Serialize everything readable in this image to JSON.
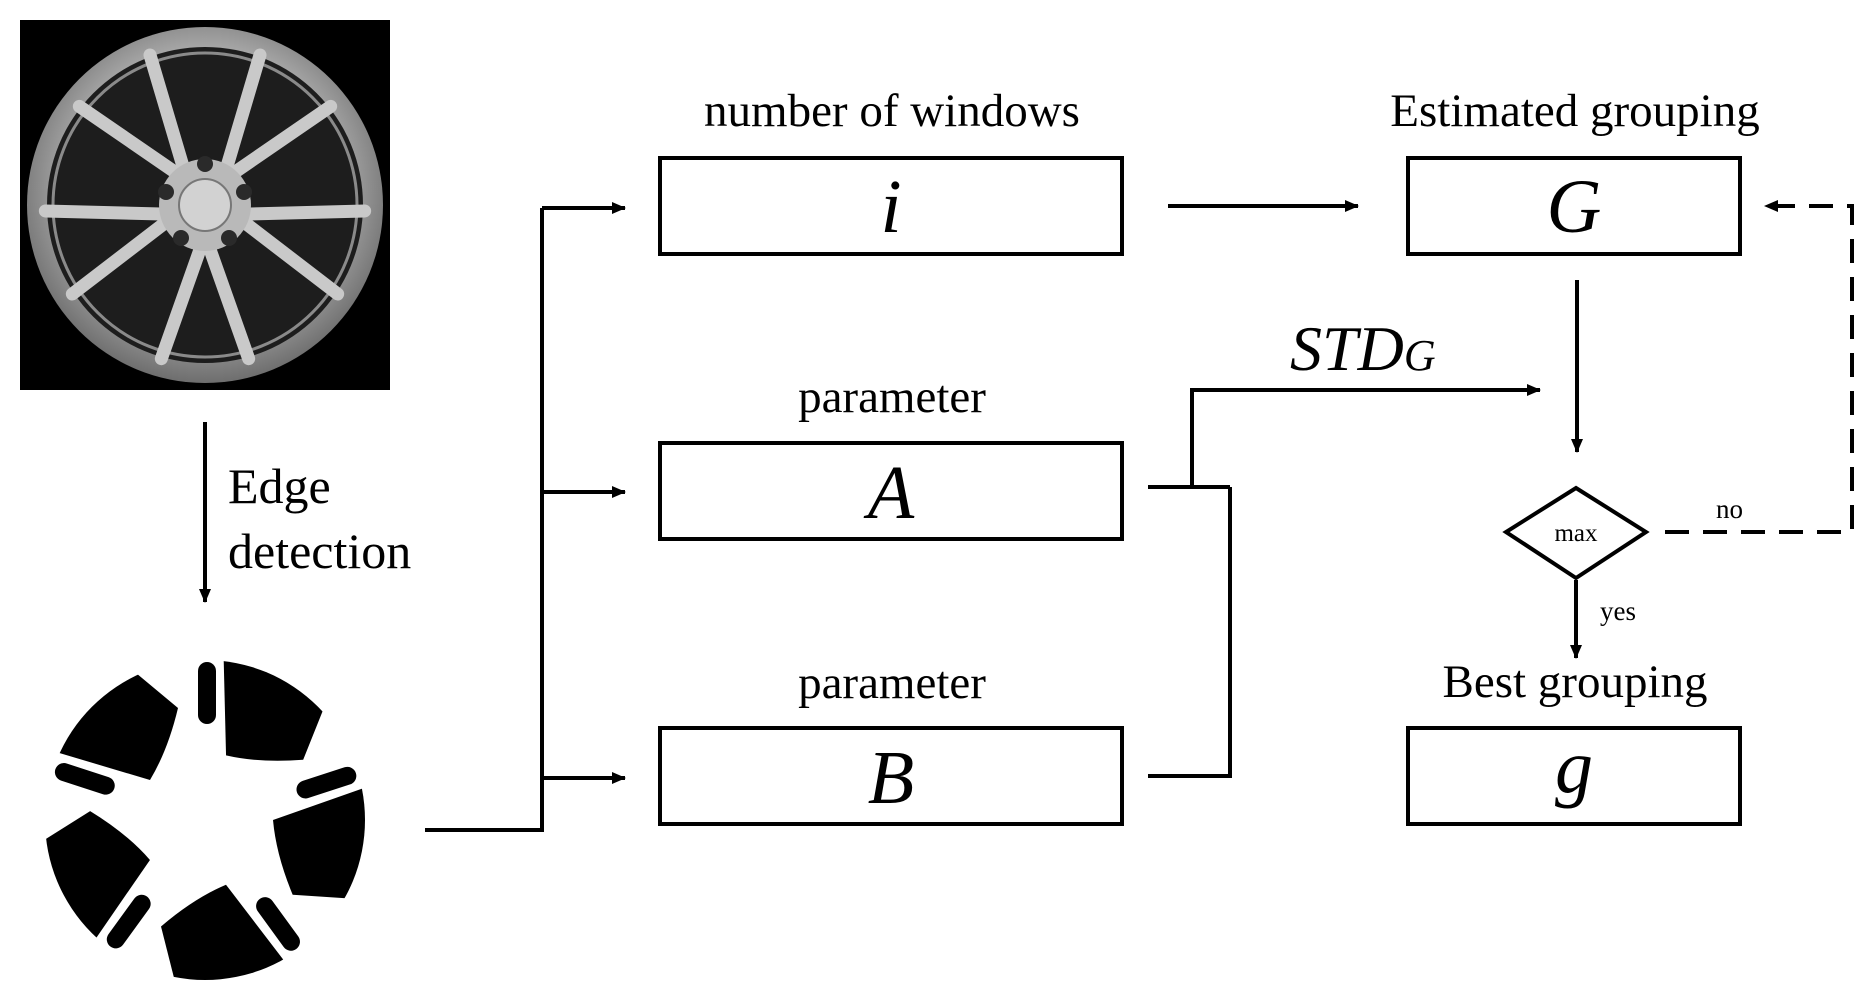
{
  "diagram": {
    "input_label": "Edge detection",
    "input_label_line1": "Edge",
    "input_label_line2": "detection",
    "boxes": {
      "windows": {
        "caption": "number of windows",
        "symbol": "i"
      },
      "param_a": {
        "caption": "parameter",
        "symbol": "A"
      },
      "param_b": {
        "caption": "parameter",
        "symbol": "B"
      },
      "estimated": {
        "caption": "Estimated grouping",
        "symbol": "G"
      },
      "best": {
        "caption": "Best grouping",
        "symbol": "g"
      }
    },
    "std_label": {
      "main": "STD",
      "sub": "G"
    },
    "decision": {
      "label": "max",
      "no": "no",
      "yes": "yes"
    }
  },
  "icons": [
    "wheel-photo-icon",
    "edge-silhouette-icon"
  ],
  "colors": {
    "line": "#000000",
    "background": "#ffffff",
    "photo_background": "#000000"
  }
}
